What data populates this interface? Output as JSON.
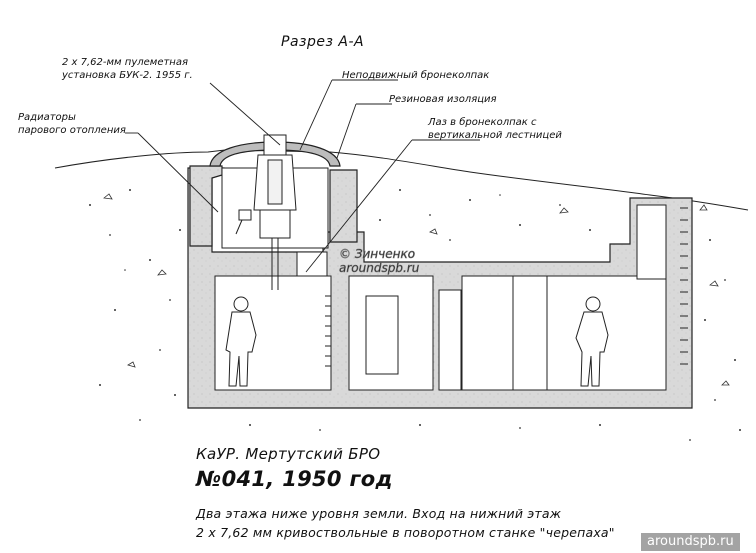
{
  "section_title": "Разрез А-А",
  "labels": {
    "mg_line1": "2 х 7,62-мм пулеметная",
    "mg_line2": "установка БУК-2. 1955 г.",
    "cupola": "Неподвижный бронеколпак",
    "rubber": "Резиновая изоляция",
    "hatch_line1": "Лаз в бронеколпак с",
    "hatch_line2": "вертикальной лестницей",
    "radiators_line1": "Радиаторы",
    "radiators_line2": "парового отопления"
  },
  "copyright": {
    "author": "© Зинченко",
    "site": "aroundspb.ru"
  },
  "caption": {
    "line1": "КаУР. Мертутский БРО",
    "line2": "№041, 1950 год",
    "line3": "Два этажа ниже уровня земли. Вход на нижний этаж",
    "line4": "2 х 7,62 мм кривоствольные в поворотном станке \"черепаха\""
  },
  "watermark": "aroundspb.ru"
}
